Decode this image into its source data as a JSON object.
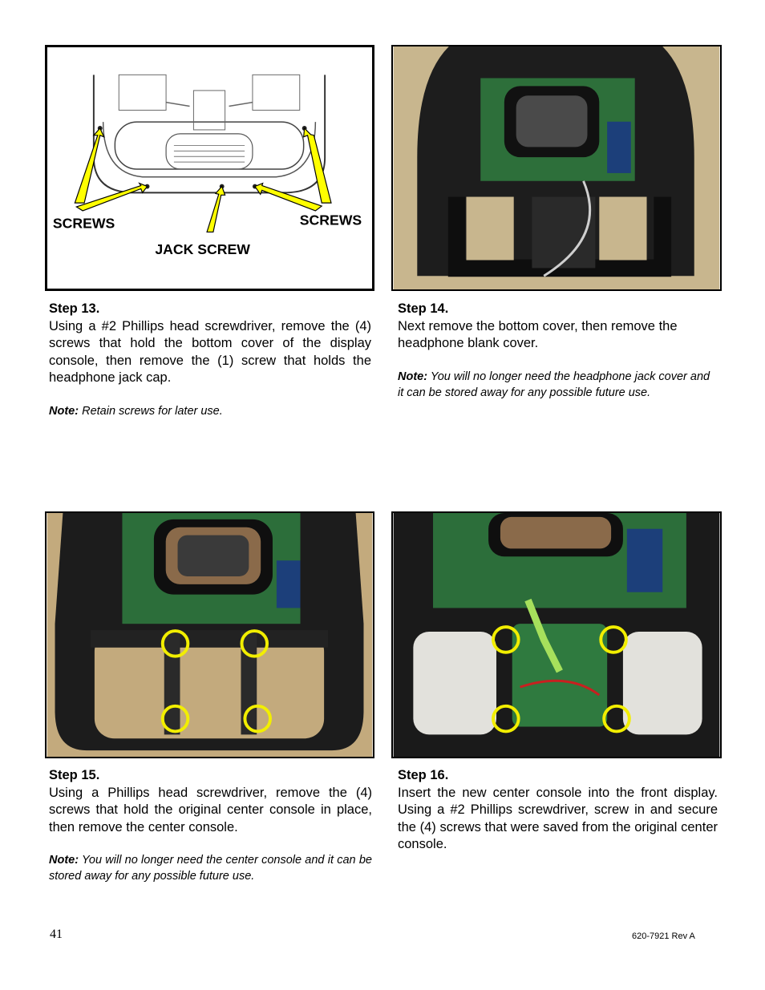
{
  "figures": {
    "fig13": {
      "labels": {
        "screws_left": "SCREWS",
        "screws_right": "SCREWS",
        "jack_screw": "JACK SCREW"
      }
    },
    "fig15": {},
    "fig14": {},
    "fig16": {}
  },
  "steps": [
    {
      "heading": "Step 13.",
      "body": "Using a #2 Phillips head screwdriver, remove the (4) screws that hold the bottom cover of the display console, then remove the (1) screw that holds the headphone jack cap.",
      "note_label": "Note:",
      "note_text": " Retain screws for later use."
    },
    {
      "heading": "Step 14.",
      "body": "Next remove the bottom cover, then remove the headphone blank cover.",
      "note_label": "Note:",
      "note_text": " You will no longer need the headphone jack cover and it can be stored away for any possible future use."
    },
    {
      "heading": "Step 15.",
      "body": "Using a Phillips head screwdriver, remove the (4) screws that hold the original center console in place, then remove the center console.",
      "note_label": "Note:",
      "note_text": " You will no longer need the center console and it can be stored away for any possible future use."
    },
    {
      "heading": "Step 16.",
      "body": "Insert the new center console into the front display.  Using a #2 Phillips screwdriver, screw in and secure the (4) screws that were saved from the original center console.",
      "note_label": "",
      "note_text": ""
    }
  ],
  "footer": {
    "page_number": "41",
    "doc_rev": "620-7921 Rev A"
  }
}
